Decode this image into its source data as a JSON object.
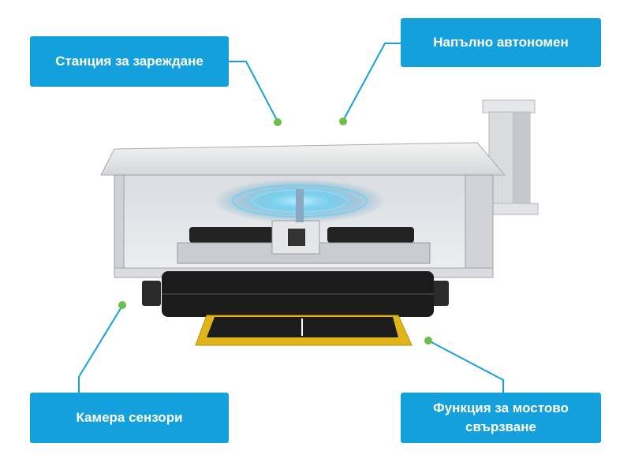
{
  "callouts": {
    "charging_station": "Станция за зареждане",
    "fully_autonomous": "Напълно автономен",
    "camera_sensors": "Камера сензори",
    "bridge_function_line1": "Функция за мостово",
    "bridge_function_line2": "свързване"
  },
  "colors": {
    "callout_bg": "#14a0dd",
    "callout_text": "#ffffff",
    "connector_line": "#14a0dd",
    "connector_dot": "#6abf45",
    "brush": "#1b1b1b",
    "base_plate": "#e0b51a"
  }
}
